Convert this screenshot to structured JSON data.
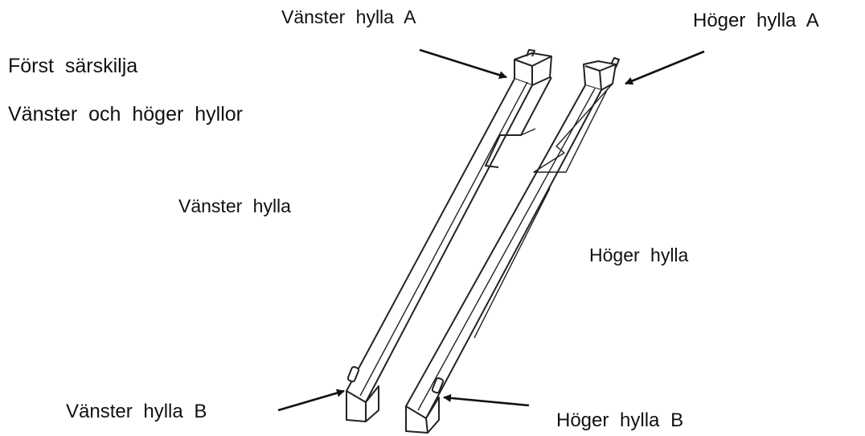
{
  "instructions": {
    "line1": "Först särskilja",
    "line2": "Vänster och höger hyllor"
  },
  "labels": {
    "left_shelf": "Vänster hylla",
    "right_shelf": "Höger hylla",
    "left_shelf_a": "Vänster hylla A",
    "right_shelf_a": "Höger hylla A",
    "left_shelf_b": "Vänster hylla B",
    "right_shelf_b": "Höger hylla B"
  },
  "colors": {
    "ink": "#111111",
    "background": "#ffffff"
  }
}
